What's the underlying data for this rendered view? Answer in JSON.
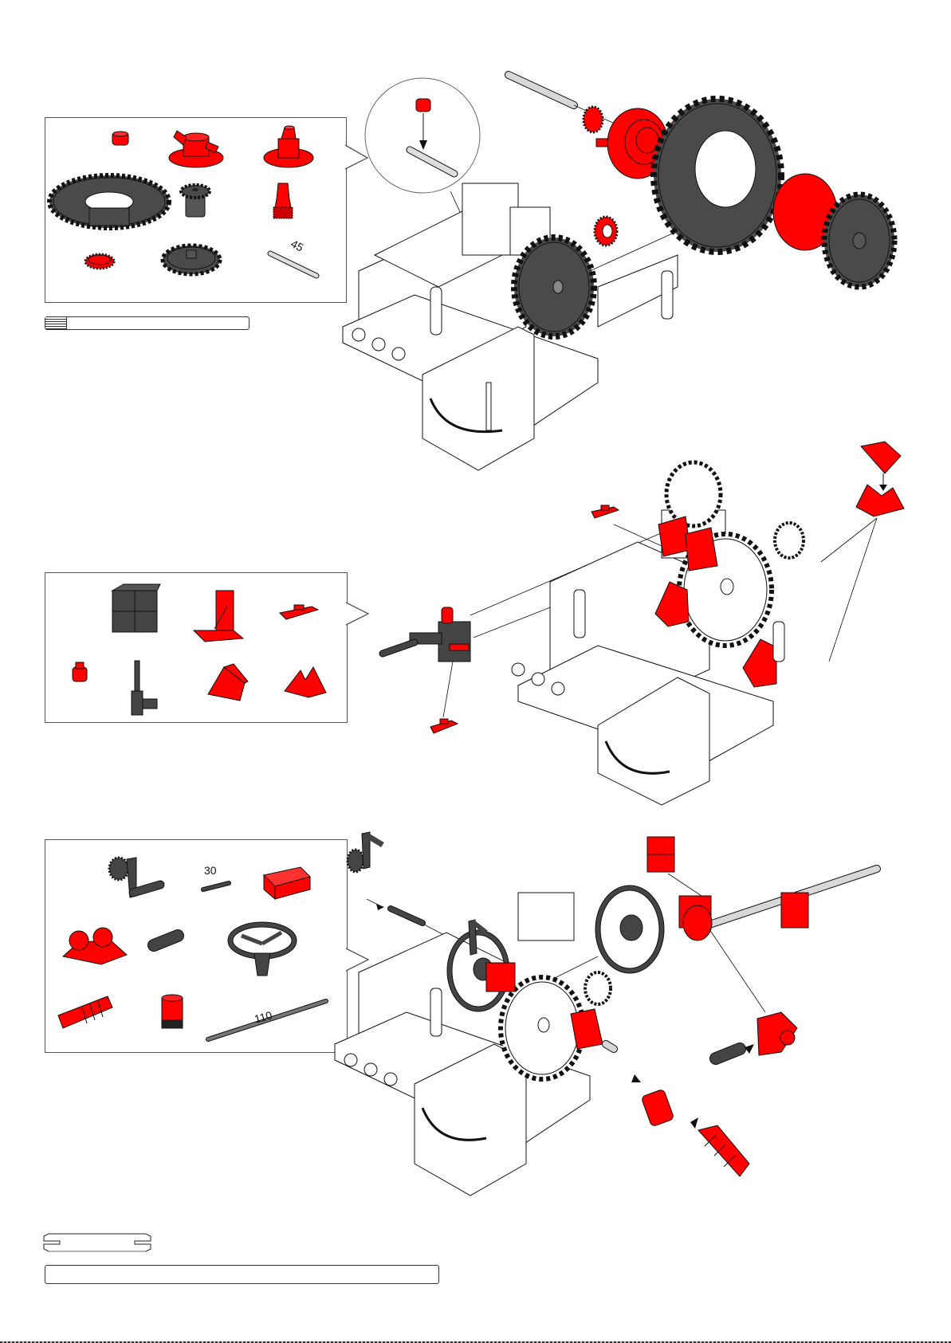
{
  "page": {
    "type": "assembly-instructions",
    "colors": {
      "red_part": "#ff0000",
      "dark_part": "#4a4a4a",
      "light_part": "#ffffff",
      "axle_grey": "#d8d8d8",
      "outline": "#111111"
    }
  },
  "steps": [
    {
      "parts_list": {
        "items": [
          {
            "name": "clip-ring",
            "color": "red"
          },
          {
            "name": "hub-nut-flange",
            "color": "red"
          },
          {
            "name": "hub-collet-flange",
            "color": "red"
          },
          {
            "name": "gear-z30-large",
            "color": "dark"
          },
          {
            "name": "pinion-z10-hub",
            "color": "dark"
          },
          {
            "name": "collet-pinion",
            "color": "red"
          },
          {
            "name": "gear-small-red",
            "color": "red"
          },
          {
            "name": "gear-z20",
            "color": "dark"
          },
          {
            "name": "axle-45",
            "color": "grey",
            "label": "45"
          }
        ]
      },
      "scale_axle": "axle-length-scale-1"
    },
    {
      "parts_list": {
        "items": [
          {
            "name": "building-block-15",
            "color": "dark"
          },
          {
            "name": "angle-bracket",
            "color": "red"
          },
          {
            "name": "flat-connector",
            "color": "red"
          },
          {
            "name": "socket-pin",
            "color": "red"
          },
          {
            "name": "spring-pin-lever",
            "color": "dark"
          },
          {
            "name": "triangle-block-single",
            "color": "red"
          },
          {
            "name": "triangle-block-double",
            "color": "red"
          }
        ]
      }
    },
    {
      "parts_list": {
        "items": [
          {
            "name": "crank-with-pinion",
            "color": "dark"
          },
          {
            "name": "axle-30",
            "color": "dark",
            "label": "30"
          },
          {
            "name": "building-block-red",
            "color": "red"
          },
          {
            "name": "bearing-block-double",
            "color": "red"
          },
          {
            "name": "sleeve-tube",
            "color": "dark"
          },
          {
            "name": "steering-wheel",
            "color": "dark"
          },
          {
            "name": "worm-gear",
            "color": "red"
          },
          {
            "name": "pinion-socket",
            "color": "red"
          },
          {
            "name": "axle-110",
            "color": "grey",
            "label": "110"
          }
        ]
      },
      "scale_axles": [
        "axle-length-scale-30",
        "axle-length-scale-110"
      ]
    }
  ]
}
